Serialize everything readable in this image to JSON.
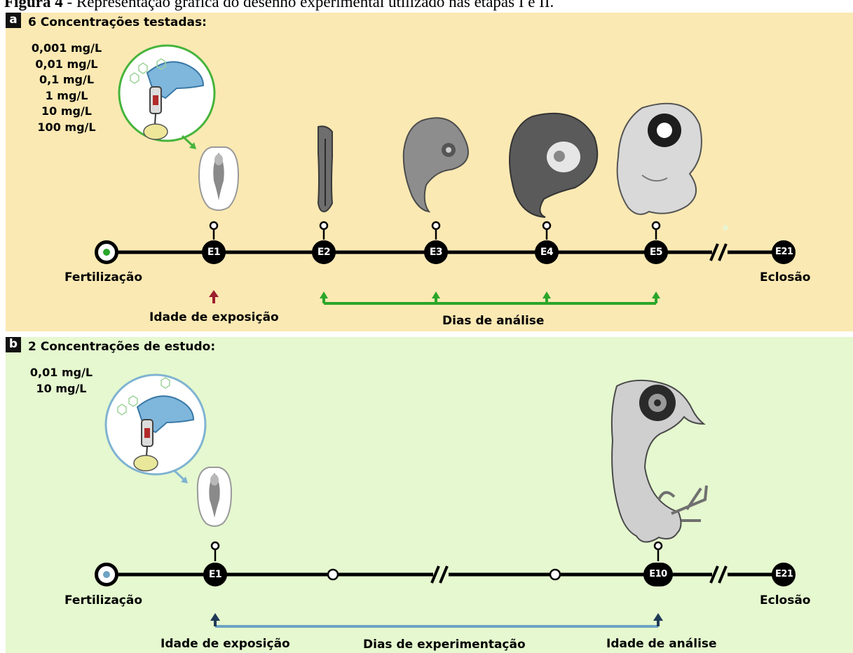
{
  "caption": {
    "lead": "Figura 4",
    "text": " - Representação gráfica do desenho experimental utilizado nas etapas I e II."
  },
  "panel_a": {
    "letter": "a",
    "title": "6 Concentrações testadas:",
    "concentrations": [
      "0,001 mg/L",
      "0,01 mg/L",
      "0,1 mg/L",
      "1 mg/L",
      "10 mg/L",
      "100 mg/L"
    ],
    "nodes": [
      "E1",
      "E2",
      "E3",
      "E4",
      "E5",
      "E21"
    ],
    "start_label": "Fertilização",
    "end_label": "Eclosão",
    "exposure_label": "Idade de exposição",
    "analysis_label": "Dias de análise",
    "accent": "#2aa62a",
    "fertilization_dot": "#2aa62a",
    "exposure_arrow_color": "#9c1f2e"
  },
  "panel_b": {
    "letter": "b",
    "title": "2 Concentrações de estudo:",
    "concentrations": [
      "0,01 mg/L",
      "10 mg/L"
    ],
    "nodes": [
      "E1",
      "E10",
      "E21"
    ],
    "start_label": "Fertilização",
    "end_label": "Eclosão",
    "exposure_label": "Idade de exposição",
    "experiment_label": "Dias de experimentação",
    "analysis_label": "Idade de análise",
    "accent": "#6da3c4",
    "fertilization_dot": "#6da3c4",
    "arrow_color": "#1f3a57"
  },
  "icons": [
    "syringe-injection-icon",
    "egg-icon",
    "embryo-icon",
    "chick-embryo-icon",
    "timeline-break-icon"
  ]
}
